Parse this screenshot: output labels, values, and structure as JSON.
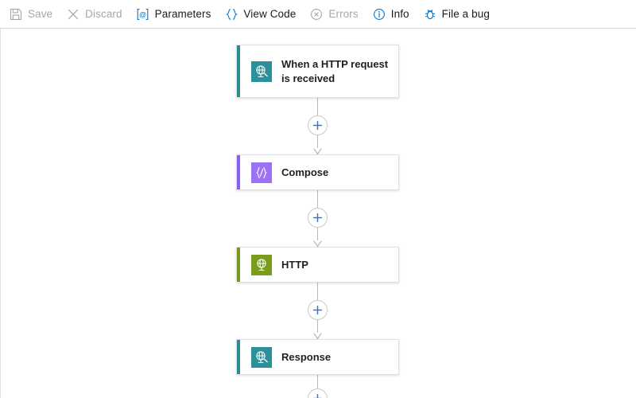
{
  "toolbar": {
    "items": [
      {
        "label": "Save",
        "icon": "save-icon",
        "state": "disabled"
      },
      {
        "label": "Discard",
        "icon": "discard-icon",
        "state": "disabled"
      },
      {
        "label": "Parameters",
        "icon": "parameters-icon",
        "state": "enabled"
      },
      {
        "label": "View Code",
        "icon": "view-code-icon",
        "state": "enabled"
      },
      {
        "label": "Errors",
        "icon": "errors-icon",
        "state": "disabled"
      },
      {
        "label": "Info",
        "icon": "info-icon",
        "state": "enabled"
      },
      {
        "label": "File a bug",
        "icon": "bug-icon",
        "state": "enabled"
      }
    ]
  },
  "colors": {
    "accent_blue": "#0078d4",
    "disabled_grey": "#a6a6a6",
    "teal": "#2e8b93",
    "teal_icon": "#2b9099",
    "purple": "#8661f0",
    "purple_icon": "#9b72f5",
    "olive": "#77991f",
    "olive_icon": "#7a9c1e",
    "connector_grey": "#b9b9b9"
  },
  "flow": {
    "add_step_label": "+",
    "nodes": [
      {
        "title": "When a HTTP request is received",
        "icon": "http-request-trigger-icon",
        "accent": "#2e8b93",
        "icon_bg": "#2b9099",
        "lines": 2
      },
      {
        "title": "Compose",
        "icon": "compose-icon",
        "accent": "#8661f0",
        "icon_bg": "#9b72f5",
        "lines": 1
      },
      {
        "title": "HTTP",
        "icon": "http-icon",
        "accent": "#77991f",
        "icon_bg": "#7a9c1e",
        "lines": 1
      },
      {
        "title": "Response",
        "icon": "response-icon",
        "accent": "#2e8b93",
        "icon_bg": "#2b9099",
        "lines": 1
      }
    ]
  }
}
